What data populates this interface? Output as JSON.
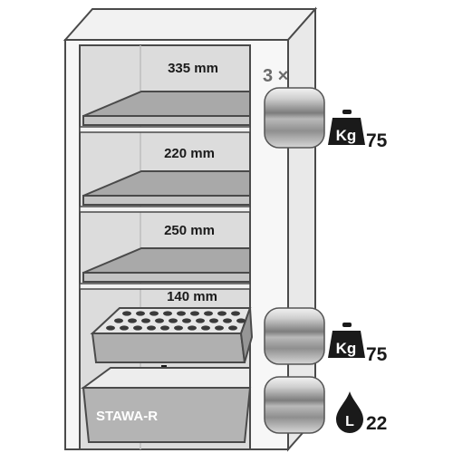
{
  "shelves": [
    {
      "label": "335 mm"
    },
    {
      "label": "220 mm"
    },
    {
      "label": "250 mm"
    }
  ],
  "drawer": {
    "label": "140 mm"
  },
  "sump": {
    "label": "STAWA-R"
  },
  "load_top": {
    "multiplier": "3 ×",
    "icon_text": "Kg",
    "value": "75"
  },
  "load_bottom": {
    "icon_text": "Kg",
    "value": "75"
  },
  "volume": {
    "icon_text": "L",
    "value": "22"
  },
  "colors": {
    "outline": "#4a4a4a",
    "interior": "#dcdcdc",
    "cabinet": "#f6f6f6",
    "shelf": "#b4b4b4",
    "icon": "#1a1a1a"
  }
}
